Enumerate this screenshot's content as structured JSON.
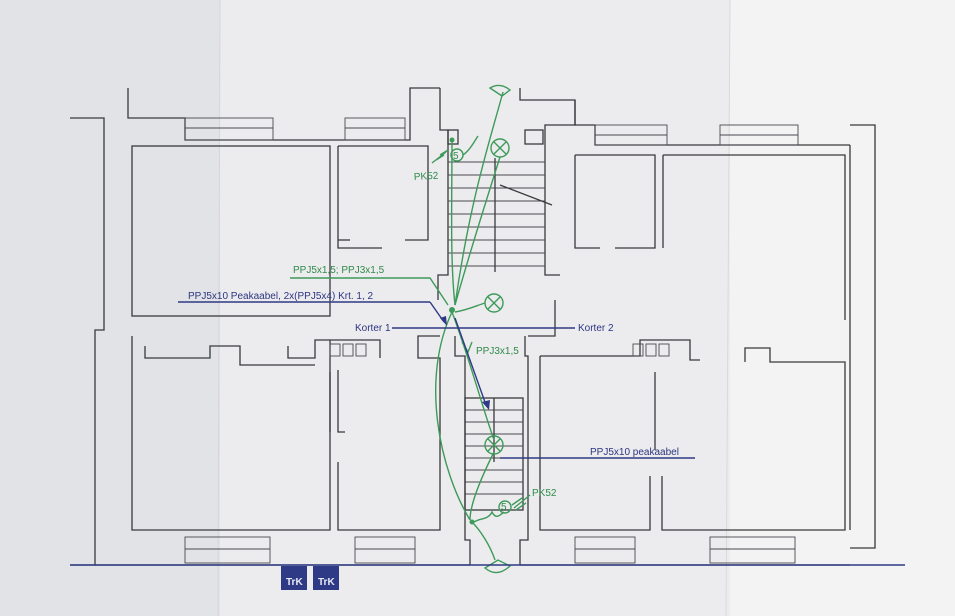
{
  "plan": {
    "labels": {
      "pk52_top": "PK52",
      "pk52_bottom": "PK52",
      "circuit_5_top": "5",
      "circuit_5_bottom": "5",
      "cable_ppj5x15": "PPJ5x1,5; PPJ3x1,5",
      "cable_main_k12": "PPJ5x10 Peakaabel, 2x(PPJ5x4) Krt. 1, 2",
      "korter_1": "Korter 1",
      "korter_2": "Korter 2",
      "cable_ppj3x15": "PPJ3x1,5",
      "cable_main_right": "PPJ5x10 peakaabel",
      "trk_left": "TrK",
      "trk_right": "TrK"
    },
    "colors": {
      "paper": "#e9eaec",
      "walls": "#3a3a3e",
      "green_lines": "#3e9a5a",
      "blue_lines": "#2f3a86"
    }
  }
}
